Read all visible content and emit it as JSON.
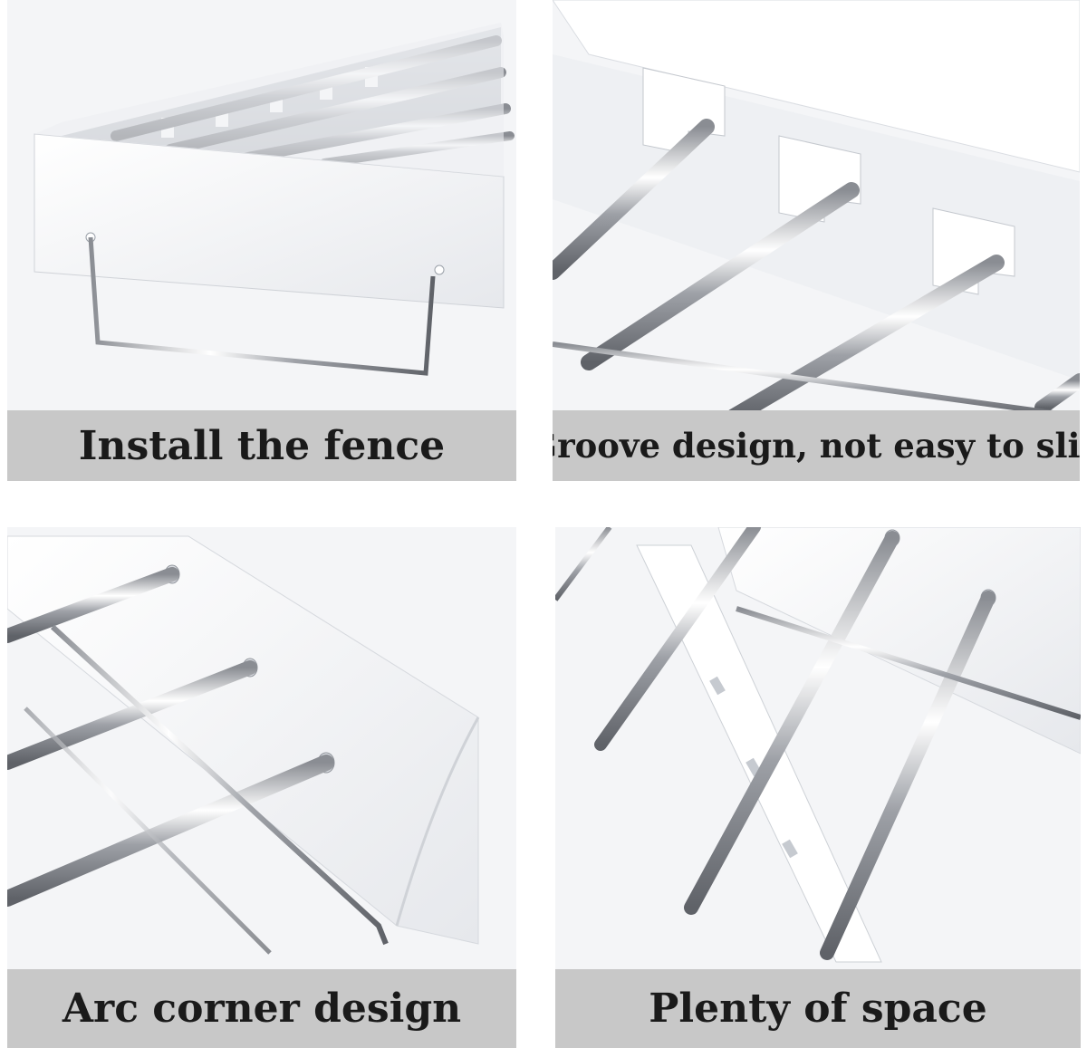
{
  "panels": [
    {
      "caption": "Install the fence"
    },
    {
      "caption": "Groove design, not easy to slip"
    },
    {
      "caption": "Arc corner design"
    },
    {
      "caption": "Plenty of space"
    }
  ],
  "colors": {
    "caption_bar": "#c8c8c8",
    "caption_text": "#1a1a1a",
    "panel_background": "#f4f5f7",
    "chrome": "#b9bcc2"
  }
}
